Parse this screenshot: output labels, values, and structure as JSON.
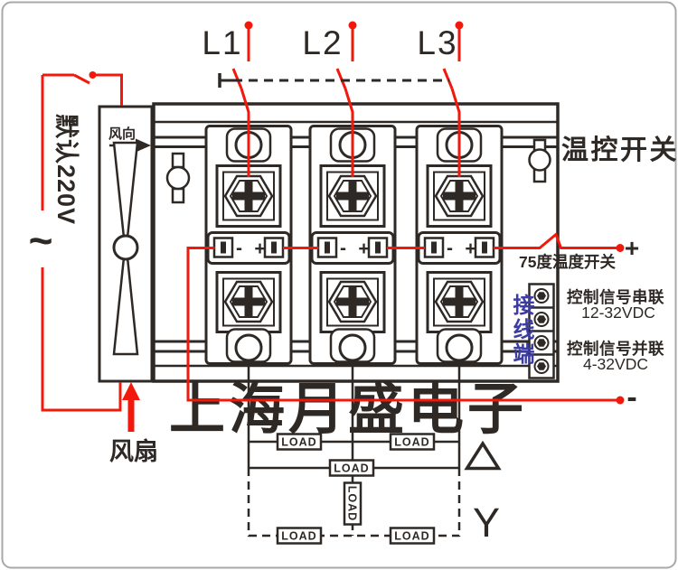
{
  "colors": {
    "wire_red": "#f2190c",
    "line_black": "#2e2925",
    "watermark": "#c9c5e4",
    "blue_label": "#3c3ca2",
    "red_label": "#e60012",
    "gray_label": "#4c4c4c"
  },
  "phases": {
    "labels": [
      "L1",
      "L2",
      "L3"
    ]
  },
  "left_side": {
    "default_voltage_label": "默认220V",
    "ac_symbol": "~",
    "fan_direction_label": "风向",
    "fan_label": "风扇"
  },
  "right_side": {
    "thermo_switch_label": "温控开关",
    "thermal_fuse_label": "75度温度开关",
    "plus_label": "+",
    "minus_label": "-",
    "terminal_block_label": "接线端",
    "series_label": "控制信号串联",
    "series_range": "12-32VDC",
    "parallel_label": "控制信号并联",
    "parallel_range": "4-32VDC"
  },
  "module": {
    "minus_label": "-",
    "plus_label": "+"
  },
  "load": {
    "label": "LOAD"
  },
  "bottom": {
    "wye_label": "Y"
  },
  "watermark": {
    "text": "上海月盛电子"
  }
}
